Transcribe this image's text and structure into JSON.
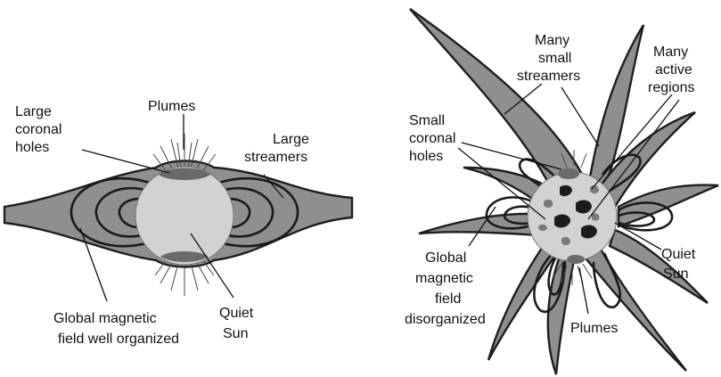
{
  "left_panel": {
    "labels": {
      "plumes": "Plumes",
      "coronal_holes": [
        "Large",
        "coronal",
        "holes"
      ],
      "streamers": [
        "Large",
        "streamers"
      ],
      "magnetic_field": [
        "Global magnetic",
        "field well organized"
      ],
      "quiet_sun": [
        "Quiet",
        "Sun"
      ]
    }
  },
  "right_panel": {
    "labels": {
      "streamers": [
        "Many",
        "small",
        "streamers"
      ],
      "active_regions": [
        "Many",
        "active",
        "regions"
      ],
      "coronal_holes": [
        "Small",
        "coronal",
        "holes"
      ],
      "magnetic_field": [
        "Global",
        "magnetic",
        "field",
        "disorganized"
      ],
      "quiet_sun": [
        "Quiet",
        "Sun"
      ],
      "plumes": "Plumes"
    }
  }
}
